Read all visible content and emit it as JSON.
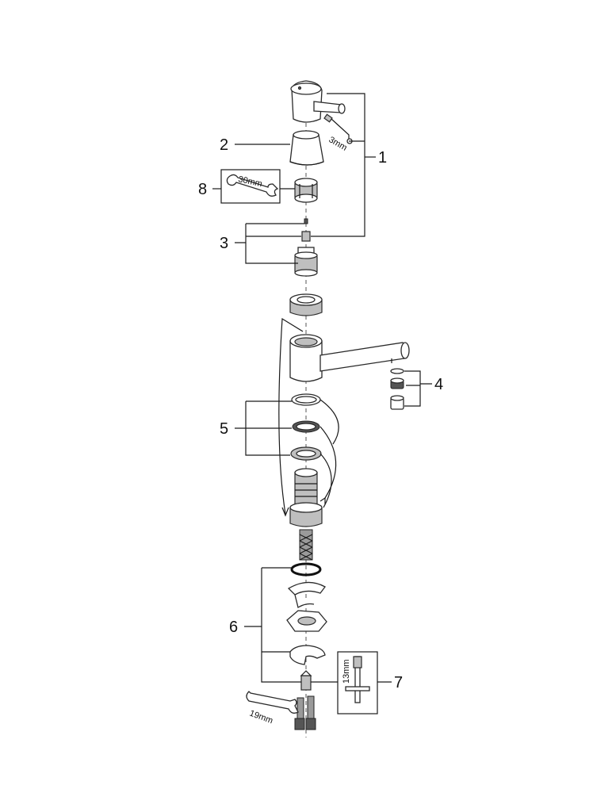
{
  "callouts": {
    "c1": "1",
    "c2": "2",
    "c3": "3",
    "c4": "4",
    "c5": "5",
    "c6": "6",
    "c7": "7",
    "c8": "8"
  },
  "tool_labels": {
    "wrench_30": "30mm",
    "hex_key_3": "3mm",
    "socket_13": "13mm",
    "wrench_19": "19mm"
  }
}
